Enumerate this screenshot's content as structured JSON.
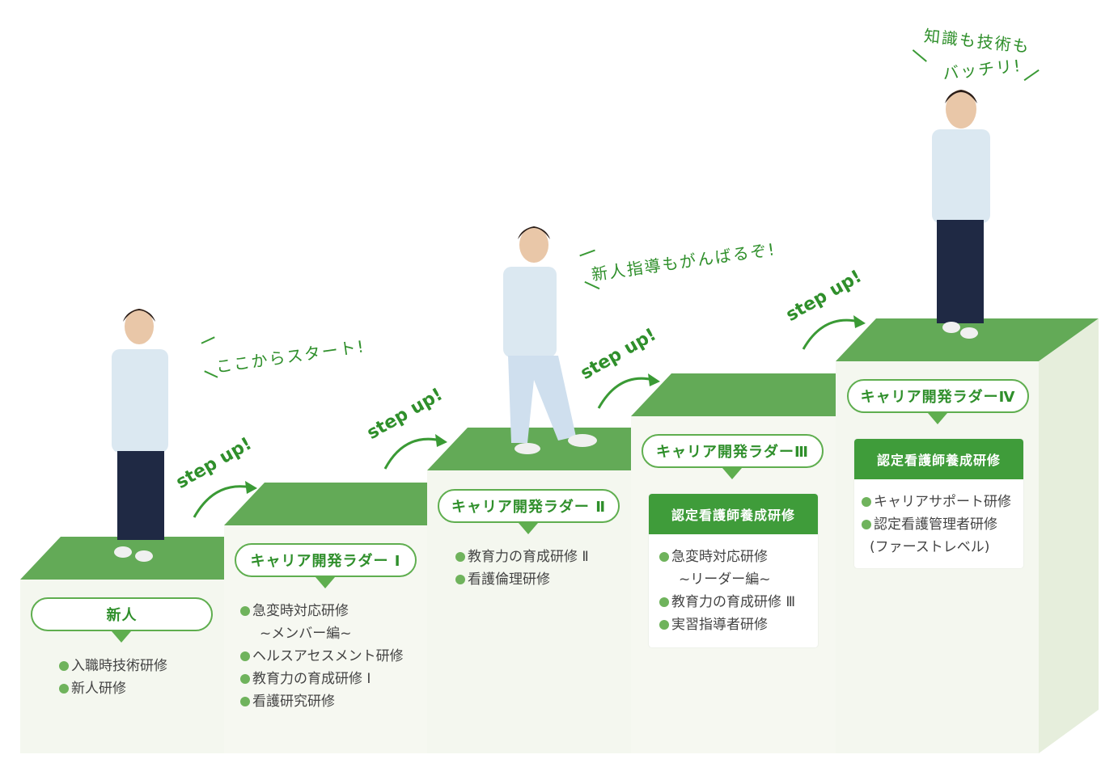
{
  "colors": {
    "green_top": "#63aa57",
    "green_dark": "#3f9c3a",
    "green_text": "#2f8f2b",
    "front": "#f4f7ef",
    "side": "#e6eedc"
  },
  "stages": [
    {
      "label": "新人",
      "header": "",
      "items": [
        "入職時技術研修",
        "新人研修"
      ]
    },
    {
      "label": "キャリア開発ラダー Ⅰ",
      "header": "",
      "items": [
        "急変時対応研修",
        "~メンバー編~",
        "ヘルスアセスメント研修",
        "教育力の育成研修 Ⅰ",
        "看護研究研修"
      ]
    },
    {
      "label": "キャリア開発ラダー Ⅱ",
      "header": "",
      "items": [
        "教育力の育成研修 Ⅱ",
        "看護倫理研修"
      ]
    },
    {
      "label": "キャリア開発ラダーⅢ",
      "header": "認定看護師養成研修",
      "items": [
        "急変時対応研修",
        "~リーダー編~",
        "教育力の育成研修 Ⅲ",
        "実習指導者研修"
      ]
    },
    {
      "label": "キャリア開発ラダーⅣ",
      "header": "認定看護師養成研修",
      "items": [
        "キャリアサポート研修",
        "認定看護管理者研修",
        "(ファーストレベル)"
      ]
    }
  ],
  "step_up_label": "step up!",
  "speech": {
    "s1": "ここからスタート!",
    "s2": "新人指導もがんばるぞ!",
    "s3_line1": "知識も技術も",
    "s3_line2": "バッチリ!"
  }
}
